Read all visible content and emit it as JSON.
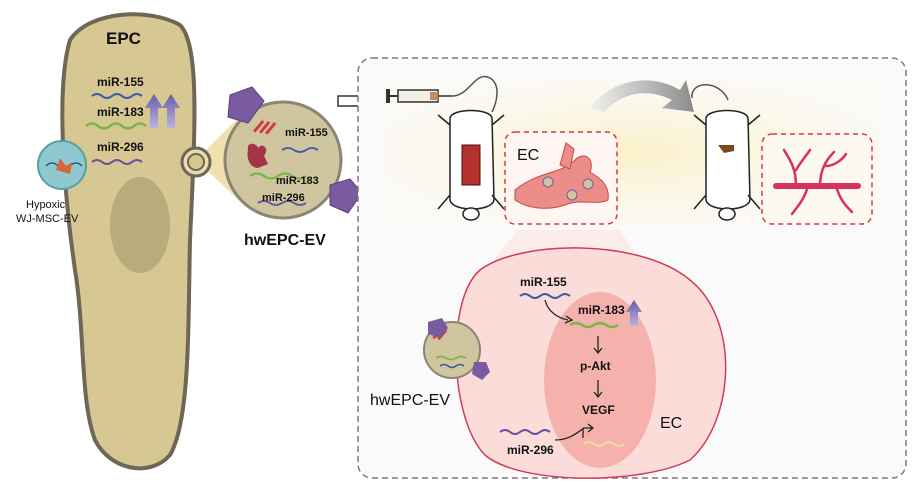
{
  "epc": {
    "title": "EPC",
    "mirnas": [
      "miR-155",
      "miR-183",
      "miR-296"
    ]
  },
  "source_ev": {
    "label_line1": "Hypoxic",
    "label_line2": "WJ-MSC-EV"
  },
  "vesicle": {
    "mirnas": [
      "miR-155",
      "miR-183",
      "miR-296"
    ],
    "label": "hwEPC-EV"
  },
  "mouse_panel": {
    "injected_cell_label": "EC"
  },
  "ec_panel": {
    "cell_label": "EC",
    "ev_label": "hwEPC-EV",
    "pathway": {
      "mir155": "miR-155",
      "mir183": "miR-183",
      "pakt": "p-Akt",
      "vegf": "VEGF",
      "mir296": "miR-296"
    }
  },
  "colors": {
    "epc_fill": "#d7c793",
    "epc_stroke": "#6e6656",
    "glow": "#fbf1cc",
    "ec_cell": "#fbdcd9",
    "ec_stroke": "#d23c5b",
    "nucleus": "#f4a8a0",
    "vessel": "#d8325c",
    "protein": "#7a5aa0",
    "arrow_up": "#7e72b6"
  }
}
